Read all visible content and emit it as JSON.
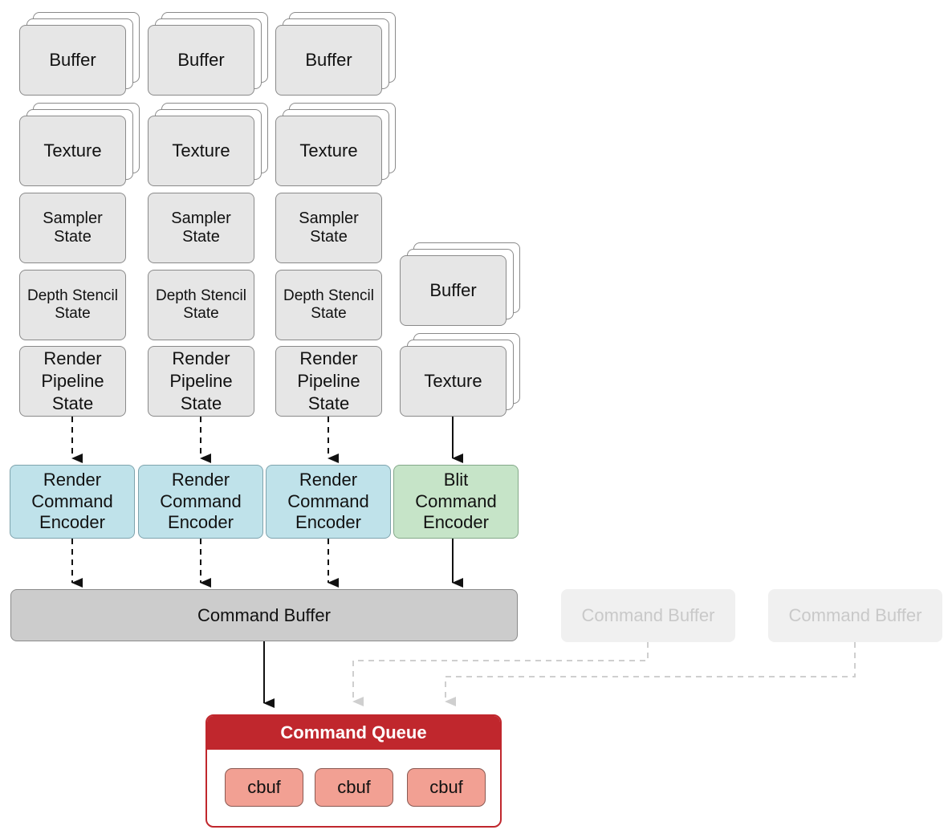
{
  "columns": [
    {
      "buffer": "Buffer",
      "texture": "Texture",
      "sampler": "Sampler\nState",
      "depth": "Depth Stencil\nState",
      "pipeline": "Render\nPipeline\nState",
      "encoder": "Render\nCommand\nEncoder"
    },
    {
      "buffer": "Buffer",
      "texture": "Texture",
      "sampler": "Sampler\nState",
      "depth": "Depth Stencil\nState",
      "pipeline": "Render\nPipeline\nState",
      "encoder": "Render\nCommand\nEncoder"
    },
    {
      "buffer": "Buffer",
      "texture": "Texture",
      "sampler": "Sampler\nState",
      "depth": "Depth Stencil\nState",
      "pipeline": "Render\nPipeline\nState",
      "encoder": "Render\nCommand\nEncoder"
    }
  ],
  "blit": {
    "buffer": "Buffer",
    "texture": "Texture",
    "encoder": "Blit\nCommand\nEncoder"
  },
  "command_buffer": "Command Buffer",
  "ghost_buffers": [
    "Command Buffer",
    "Command Buffer"
  ],
  "queue": {
    "title": "Command Queue",
    "items": [
      "cbuf",
      "cbuf",
      "cbuf"
    ]
  },
  "colors": {
    "render_encoder": "#bfe2ea",
    "blit_encoder": "#c6e4c8",
    "command_buffer": "#cccccc",
    "queue": "#c0272d",
    "cbuf": "#f2a093",
    "resource": "#e6e6e6"
  }
}
